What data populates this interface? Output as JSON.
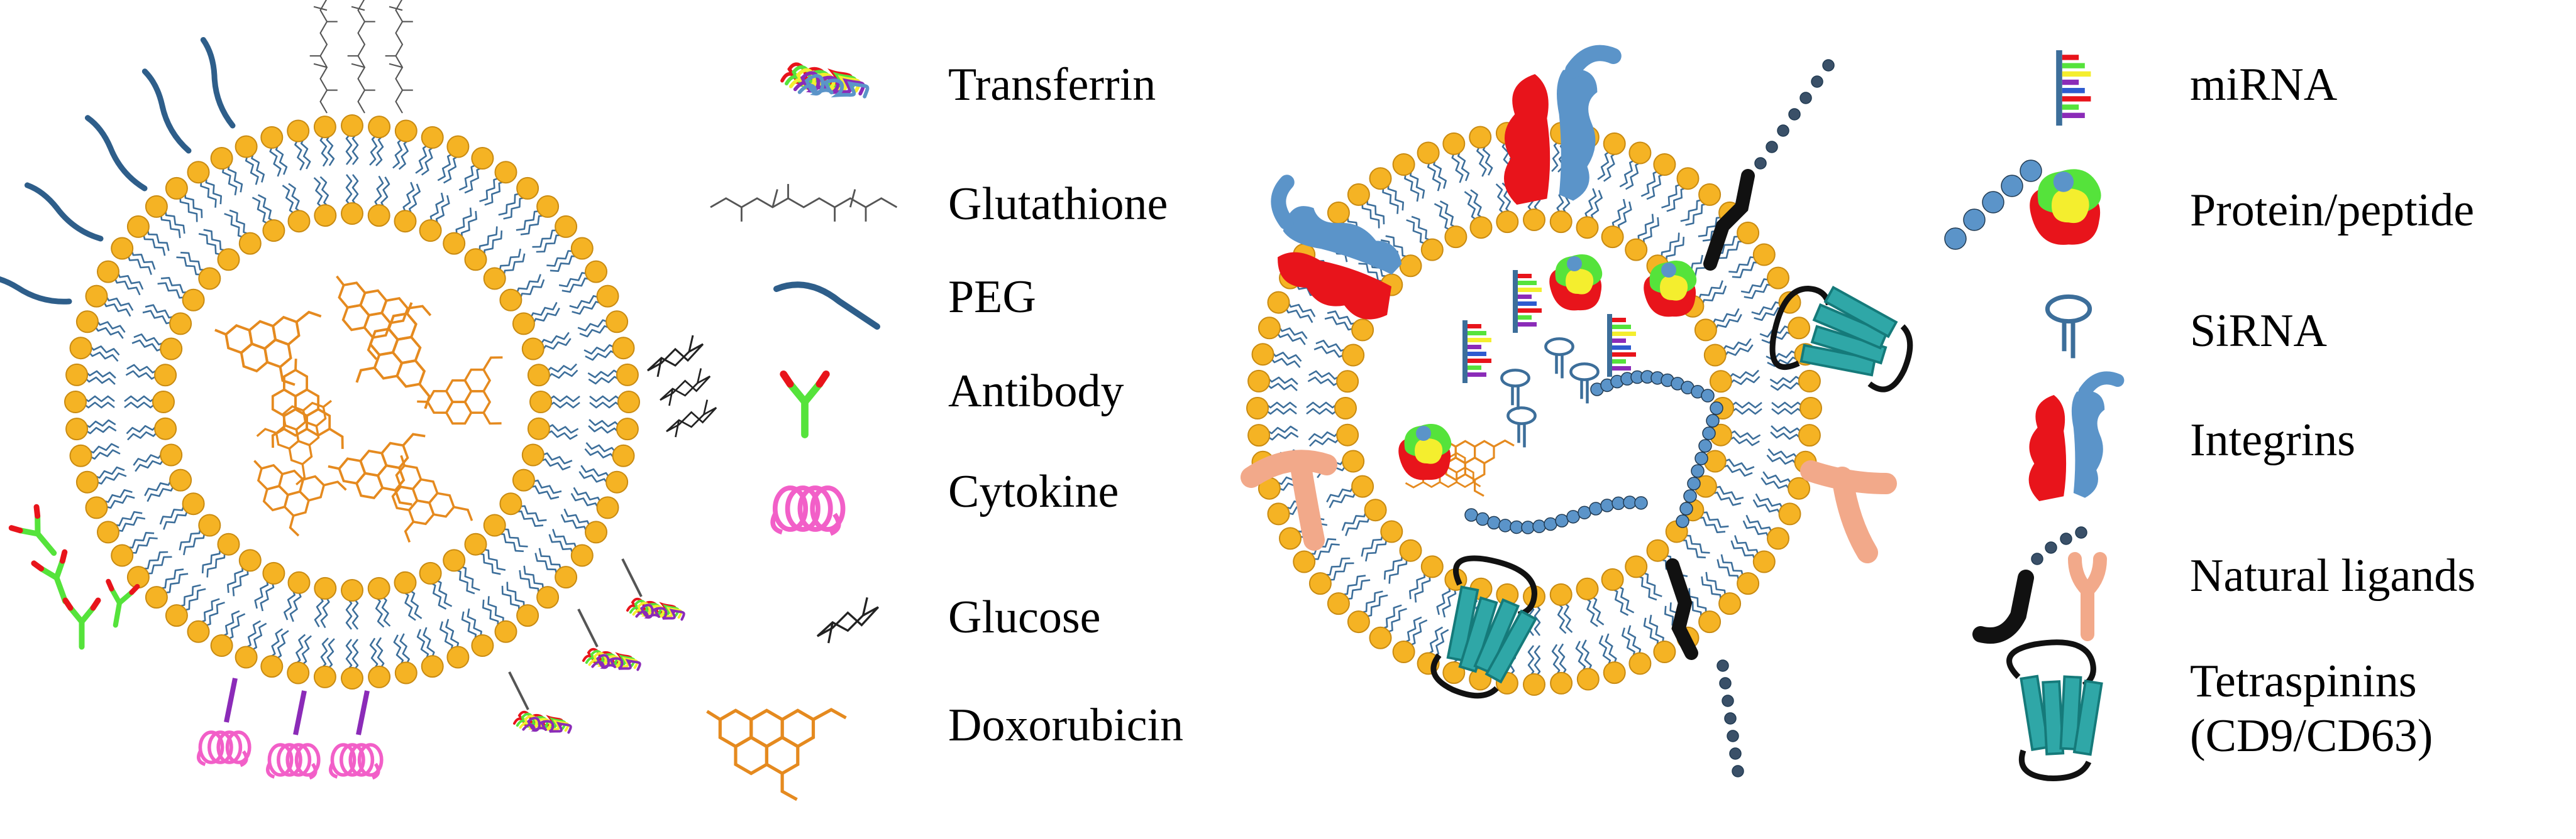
{
  "colors": {
    "head": "#F5B324",
    "head_stroke": "#C98B12",
    "tail": "#3C6E9A",
    "peg": "#2E5E8A",
    "doxorubicin": "#E58A1F",
    "teal": "#2FA7A7",
    "teal_dark": "#157A7A",
    "red": "#E8141B",
    "blue": "#5B94C9",
    "green": "#55E33B",
    "yellow": "#F4EE2E",
    "pink": "#F25FC8",
    "purple": "#8B2BB8",
    "salmon": "#F2A98A"
  },
  "left_legend": [
    {
      "id": "transferrin",
      "label": "Transferrin",
      "icon": "transferrin-icon"
    },
    {
      "id": "glutathione",
      "label": "Glutathione",
      "icon": "glutathione-icon"
    },
    {
      "id": "peg",
      "label": "PEG",
      "icon": "peg-icon"
    },
    {
      "id": "antibody",
      "label": "Antibody",
      "icon": "antibody-icon"
    },
    {
      "id": "cytokine",
      "label": "Cytokine",
      "icon": "cytokine-icon"
    },
    {
      "id": "glucose",
      "label": "Glucose",
      "icon": "glucose-icon"
    },
    {
      "id": "doxorubicin",
      "label": "Doxorubicin",
      "icon": "doxorubicin-icon"
    }
  ],
  "right_legend": [
    {
      "id": "mirna",
      "label": "miRNA",
      "icon": "mirna-icon"
    },
    {
      "id": "protein",
      "label": "Protein/peptide",
      "icon": "protein-peptide-icon"
    },
    {
      "id": "sirna",
      "label": "SiRNA",
      "icon": "sirna-icon"
    },
    {
      "id": "integrins",
      "label": "Integrins",
      "icon": "integrin-icon"
    },
    {
      "id": "natural_ligands",
      "label": "Natural ligands",
      "icon": "natural-ligands-icon"
    },
    {
      "id": "tetraspanins",
      "label_line1": "Tetraspinins",
      "label_line2": "(CD9/CD63)",
      "icon": "tetraspanin-icon"
    }
  ]
}
